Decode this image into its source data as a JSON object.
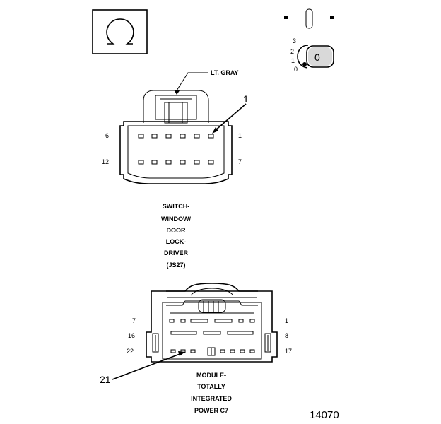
{
  "wire_color_label": "LT. GRAY",
  "connector1": {
    "callout": "1",
    "pins": {
      "top_left": "6",
      "top_right": "1",
      "bottom_left": "12",
      "bottom_right": "7"
    },
    "name_lines": [
      "SWITCH-",
      "WINDOW/",
      "DOOR",
      "LOCK-",
      "DRIVER",
      "(JS27)"
    ]
  },
  "connector2": {
    "callout": "21",
    "pins": {
      "r1_left": "7",
      "r1_right": "1",
      "r2_left": "16",
      "r2_right": "8",
      "r3_left": "22",
      "r3_right": "17"
    },
    "name_lines": [
      "MODULE-",
      "TOTALLY",
      "INTEGRATED",
      "POWER C7"
    ]
  },
  "ignition_key": {
    "positions": [
      "3",
      "2",
      "1",
      "0"
    ],
    "key_letter": "0"
  },
  "figure_number": "14070"
}
